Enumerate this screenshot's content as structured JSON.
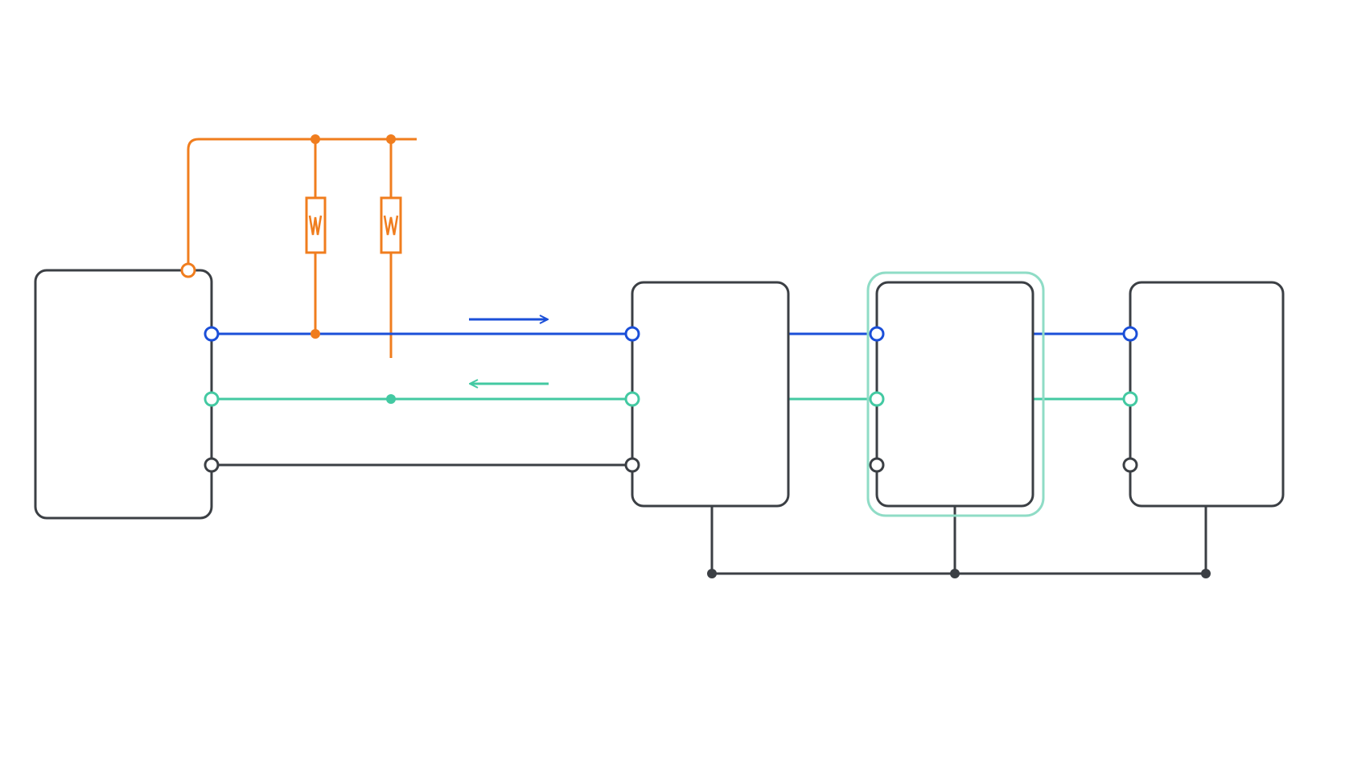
{
  "colors": {
    "background": "#ffffff",
    "device_outline": "#3b3f44",
    "power_rail": "#f07d1e",
    "data_line_tx": "#1b4fd8",
    "data_line_rx": "#43c9a2",
    "ground_line": "#3b3f44",
    "highlight_ring": "#8fdcc6"
  },
  "diagram": {
    "devices": [
      {
        "id": "controller",
        "highlighted": false
      },
      {
        "id": "node-1",
        "highlighted": false
      },
      {
        "id": "node-2",
        "highlighted": true
      },
      {
        "id": "node-3",
        "highlighted": false
      }
    ],
    "resistors": [
      {
        "id": "pullup-tx",
        "icon": "resistor-icon",
        "between": [
          "power",
          "tx"
        ]
      },
      {
        "id": "pullup-rx",
        "icon": "resistor-icon",
        "between": [
          "power",
          "rx"
        ]
      }
    ],
    "signals": [
      {
        "id": "power",
        "direction": "none"
      },
      {
        "id": "tx",
        "direction": "right"
      },
      {
        "id": "rx",
        "direction": "left"
      },
      {
        "id": "ground",
        "direction": "none"
      }
    ],
    "icons": [
      "arrow-right-icon",
      "arrow-left-icon",
      "resistor-icon",
      "open-terminal-icon",
      "junction-dot-icon"
    ]
  }
}
